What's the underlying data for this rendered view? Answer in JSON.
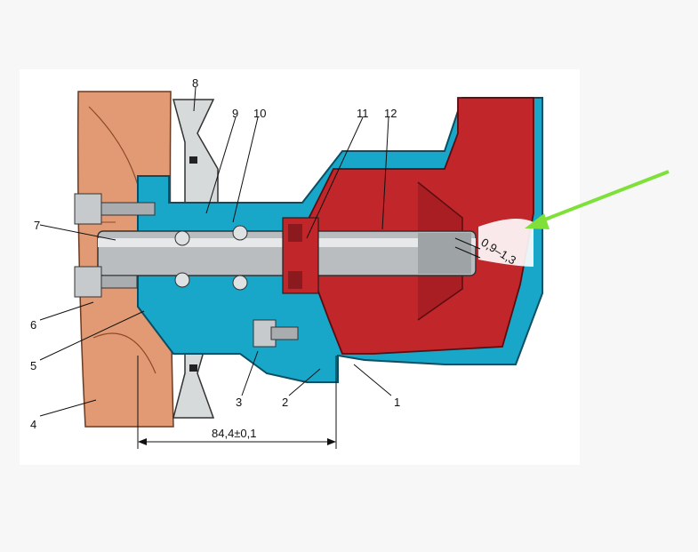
{
  "callouts": [
    "1",
    "2",
    "3",
    "4",
    "5",
    "6",
    "7",
    "8",
    "9",
    "10",
    "11",
    "12"
  ],
  "dimension_label": "84,4±0,1",
  "clearance_label": "0,9–1,3",
  "colors": {
    "housing_cyan": "#19a7c9",
    "impeller_red": "#c0262a",
    "fan_orange": "#e19a73",
    "shaft_gray": "#b9bdbf",
    "arrow_green": "#7fe03a"
  }
}
